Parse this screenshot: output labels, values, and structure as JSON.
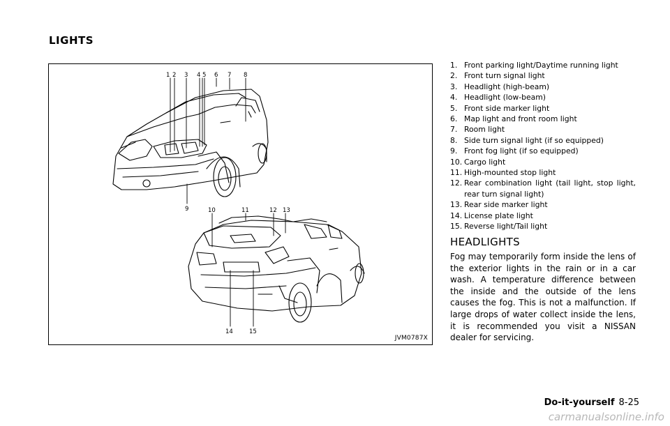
{
  "header": {
    "title": "LIGHTS"
  },
  "figure": {
    "code": "JVM0787X",
    "callouts": [
      "1",
      "2",
      "3",
      "4",
      "5",
      "6",
      "7",
      "8",
      "9",
      "10",
      "11",
      "12",
      "13",
      "14",
      "15"
    ]
  },
  "lights_list": [
    {
      "num": "1.",
      "text": "Front parking light/Daytime running light"
    },
    {
      "num": "2.",
      "text": "Front turn signal light"
    },
    {
      "num": "3.",
      "text": "Headlight (high-beam)"
    },
    {
      "num": "4.",
      "text": "Headlight (low-beam)"
    },
    {
      "num": "5.",
      "text": "Front side marker light"
    },
    {
      "num": "6.",
      "text": "Map light and front room light"
    },
    {
      "num": "7.",
      "text": "Room light"
    },
    {
      "num": "8.",
      "text": "Side turn signal light (if so equipped)"
    },
    {
      "num": "9.",
      "text": "Front fog light (if so equipped)"
    },
    {
      "num": "10.",
      "text": "Cargo light"
    },
    {
      "num": "11.",
      "text": "High-mounted stop light"
    },
    {
      "num": "12.",
      "text": "Rear combination light (tail light, stop light, rear turn signal light)"
    },
    {
      "num": "13.",
      "text": "Rear side marker light"
    },
    {
      "num": "14.",
      "text": "License plate light"
    },
    {
      "num": "15.",
      "text": "Reverse light/Tail light"
    }
  ],
  "headlights": {
    "heading": "HEADLIGHTS",
    "body": "Fog may temporarily form inside the lens of the exterior lights in the rain or in a car wash. A temperature difference between the inside and the outside of the lens causes the fog. This is not a malfunction. If large drops of water collect inside the lens, it is recommended you visit a NISSAN dealer for servicing."
  },
  "footer": {
    "section": "Do-it-yourself",
    "page": "8-25"
  },
  "watermark": "carmanualsonline.info"
}
